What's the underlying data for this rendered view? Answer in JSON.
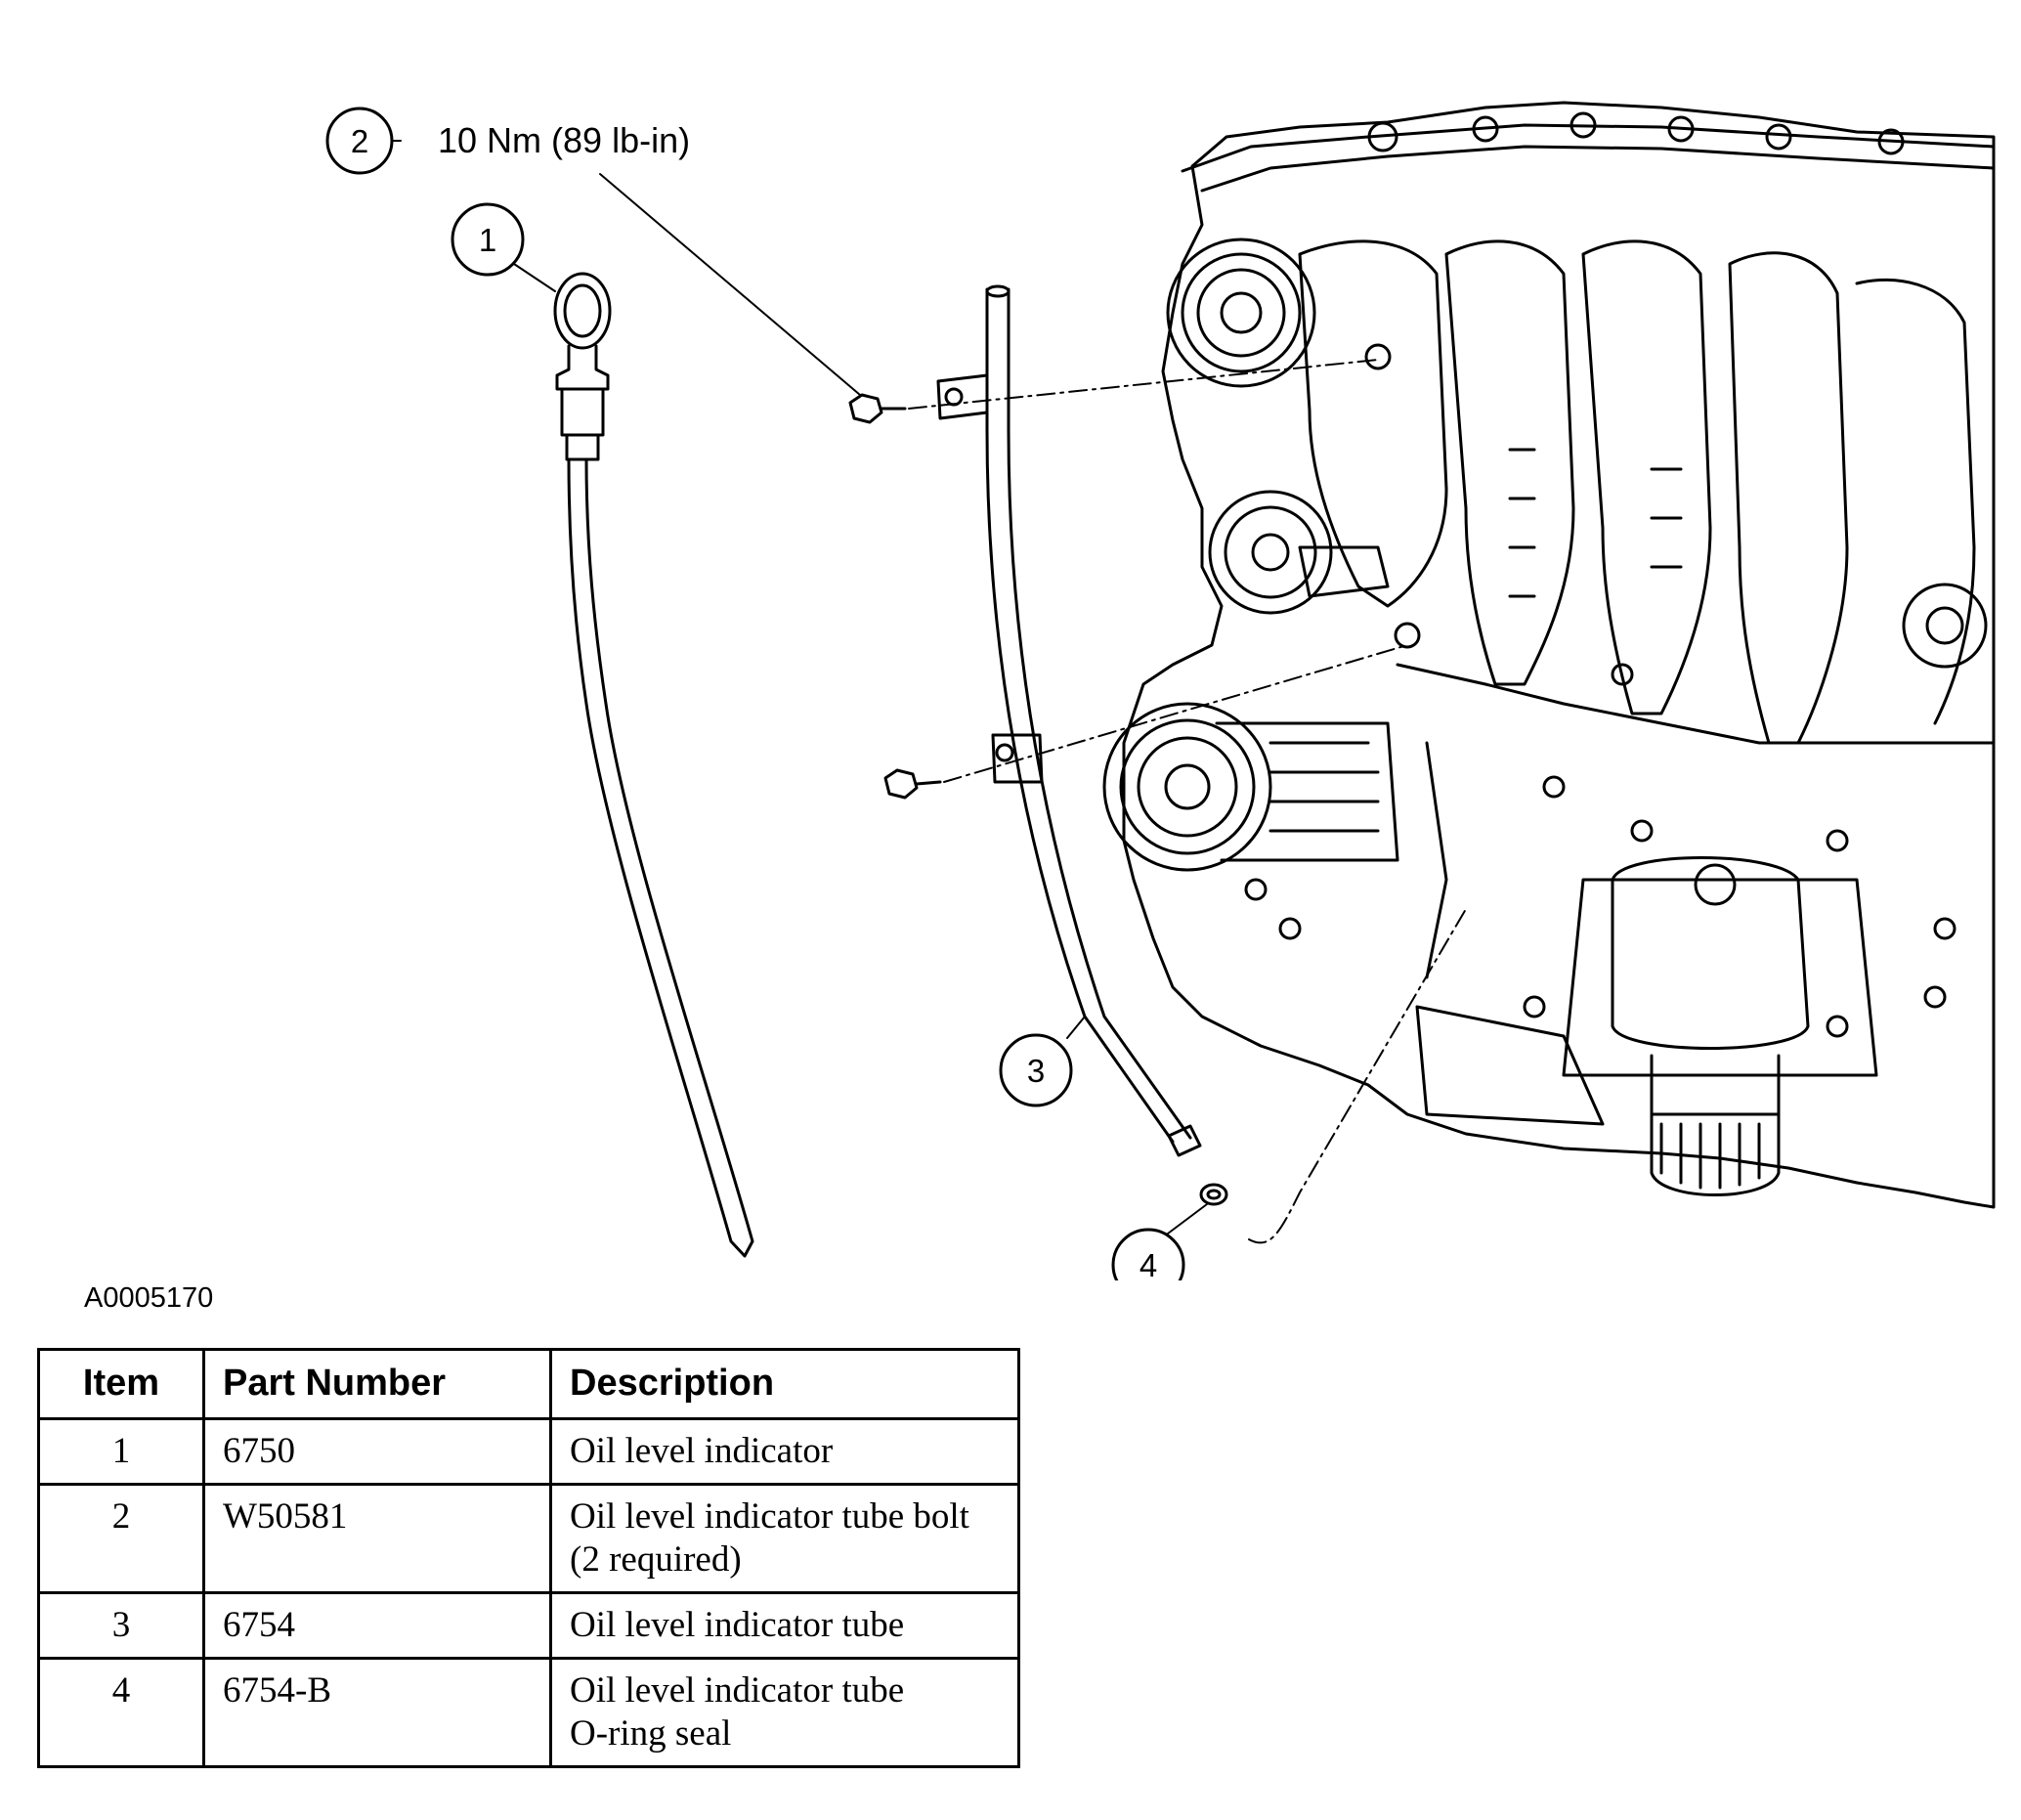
{
  "figure_id": "A0005170",
  "torque_spec": "10 Nm (89 lb-in)",
  "callouts": [
    "1",
    "2",
    "3",
    "4"
  ],
  "table": {
    "headers": [
      "Item",
      "Part Number",
      "Description"
    ],
    "rows": [
      {
        "item": "1",
        "part": "6750",
        "description": [
          "Oil level indicator"
        ]
      },
      {
        "item": "2",
        "part": "W50581",
        "description": [
          "Oil level indicator tube bolt",
          "(2 required)"
        ]
      },
      {
        "item": "3",
        "part": "6754",
        "description": [
          "Oil level indicator tube"
        ]
      },
      {
        "item": "4",
        "part": "6754-B",
        "description": [
          "Oil level indicator tube",
          "O-ring seal"
        ]
      }
    ]
  }
}
